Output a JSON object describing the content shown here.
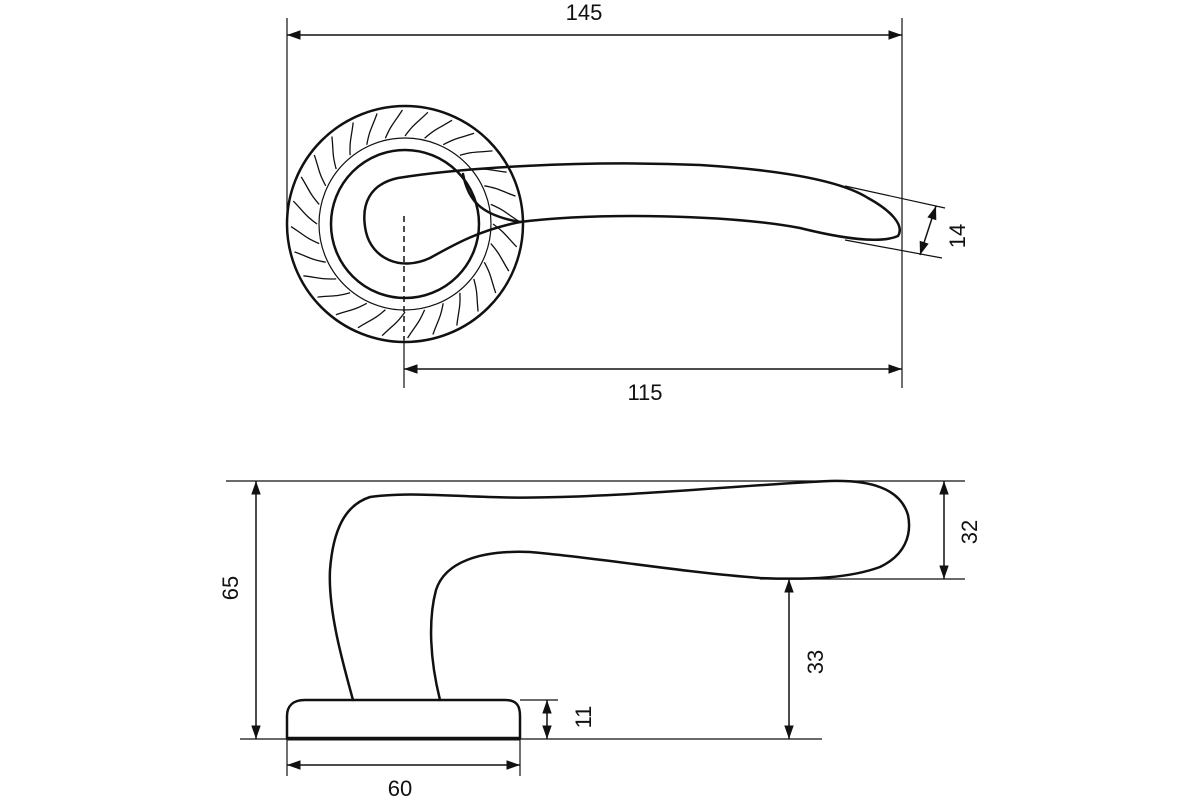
{
  "dimensions": {
    "top_total_length": "145",
    "top_lever_length": "115",
    "top_tip_thickness": "14",
    "side_total_height": "65",
    "side_lever_height": "32",
    "side_clearance": "33",
    "side_rose_height": "11",
    "side_rose_diameter": "60"
  },
  "colors": {
    "line": "#111111",
    "background": "#ffffff"
  }
}
